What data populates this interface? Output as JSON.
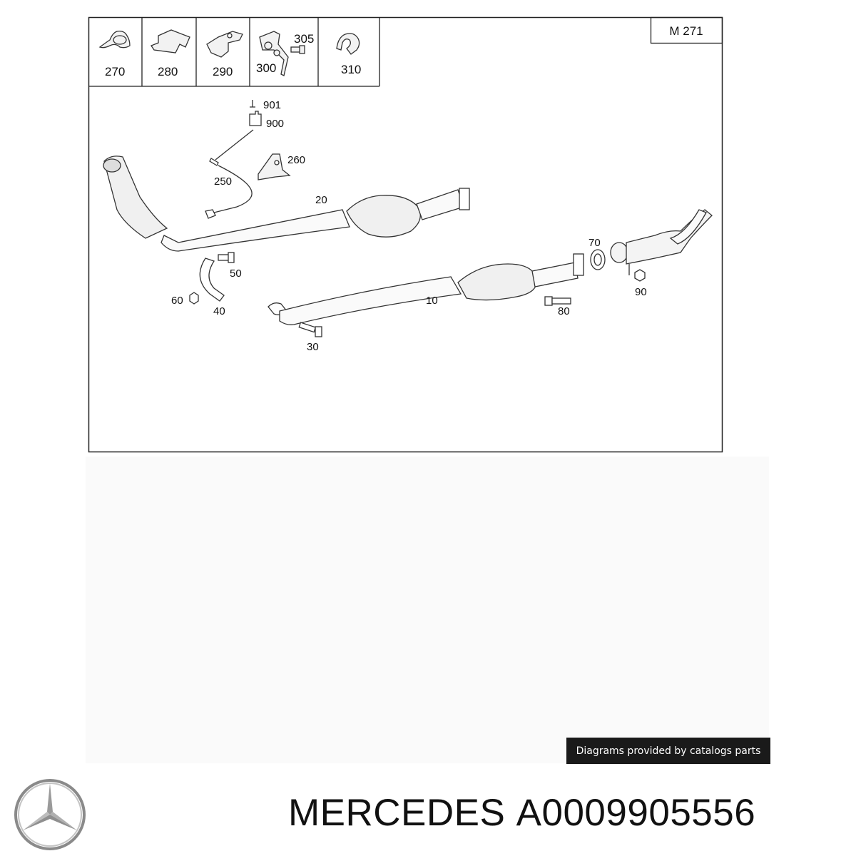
{
  "header": {
    "model_code": "M 271",
    "small_parts": [
      "270",
      "280",
      "290",
      "300",
      "305",
      "310"
    ]
  },
  "parts": {
    "p10": "10",
    "p20": "20",
    "p30": "30",
    "p40": "40",
    "p50": "50",
    "p60": "60",
    "p70": "70",
    "p80": "80",
    "p90": "90",
    "p250": "250",
    "p260": "260",
    "p900": "900",
    "p901": "901"
  },
  "credit": "Diagrams provided by catalogs parts",
  "footer": {
    "brand": "MERCEDES",
    "part_number": "A0009905556"
  },
  "icons": [
    "mercedes-star-icon"
  ],
  "colors": {
    "line": "#333333",
    "credit_bg": "#1a1a1a"
  }
}
